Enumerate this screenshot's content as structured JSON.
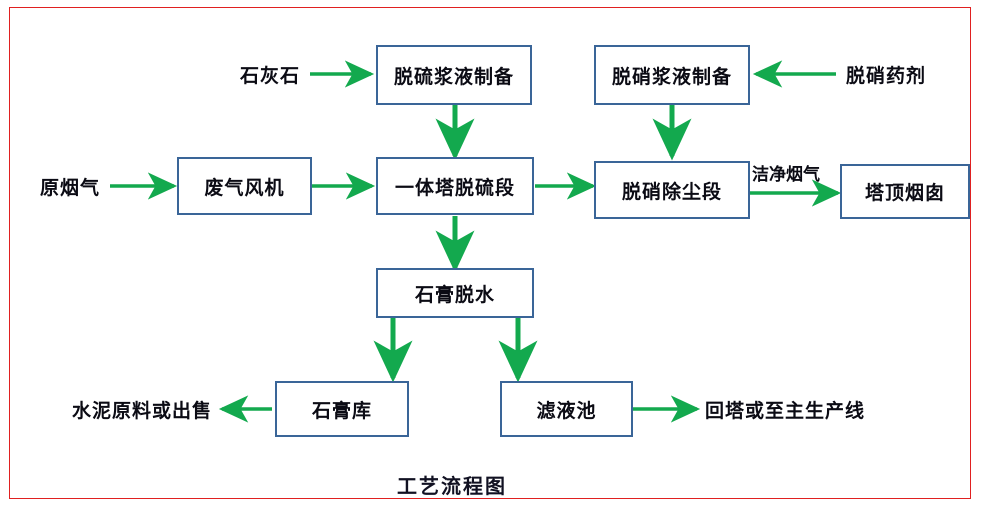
{
  "figure": {
    "caption": "工艺流程图",
    "frame_color": "#e02020",
    "node_border_color": "#3a6598",
    "arrow_color": "#13a94e",
    "background": "#ffffff"
  },
  "nodes": [
    {
      "id": "desulf-slurry-prep",
      "label": "脱硫浆液制备"
    },
    {
      "id": "denitr-slurry-prep",
      "label": "脱硝浆液制备"
    },
    {
      "id": "waste-gas-fan",
      "label": "废气风机"
    },
    {
      "id": "integrated-tower-desulf",
      "label": "一体塔脱硫段"
    },
    {
      "id": "denitr-dedust",
      "label": "脱硝除尘段"
    },
    {
      "id": "tower-top-stack",
      "label": "塔顶烟囱"
    },
    {
      "id": "gypsum-dewatering",
      "label": "石膏脱水"
    },
    {
      "id": "gypsum-storage",
      "label": "石膏库"
    },
    {
      "id": "filtrate-pond",
      "label": "滤液池"
    }
  ],
  "labels": [
    {
      "id": "limestone-input",
      "text": "石灰石"
    },
    {
      "id": "denitr-agent-input",
      "text": "脱硝药剂"
    },
    {
      "id": "raw-flue-gas-input",
      "text": "原烟气"
    },
    {
      "id": "clean-flue-gas",
      "text": "洁净烟气"
    },
    {
      "id": "cement-material-or-sale",
      "text": "水泥原料或出售"
    },
    {
      "id": "return-to-tower-or-main-line",
      "text": "回塔或至主生产线"
    }
  ],
  "flows": [
    {
      "from": "石灰石",
      "to": "脱硫浆液制备",
      "direction": "right"
    },
    {
      "from": "脱硝药剂",
      "to": "脱硝浆液制备",
      "direction": "left"
    },
    {
      "from": "原烟气",
      "to": "废气风机",
      "direction": "right"
    },
    {
      "from": "废气风机",
      "to": "一体塔脱硫段",
      "direction": "right"
    },
    {
      "from": "脱硫浆液制备",
      "to": "一体塔脱硫段",
      "direction": "down"
    },
    {
      "from": "一体塔脱硫段",
      "to": "脱硝除尘段",
      "direction": "right"
    },
    {
      "from": "脱硝浆液制备",
      "to": "脱硝除尘段",
      "direction": "down"
    },
    {
      "from": "脱硝除尘段",
      "to": "塔顶烟囱",
      "direction": "right",
      "label": "洁净烟气"
    },
    {
      "from": "一体塔脱硫段",
      "to": "石膏脱水",
      "direction": "down"
    },
    {
      "from": "石膏脱水",
      "to": "石膏库",
      "direction": "down"
    },
    {
      "from": "石膏脱水",
      "to": "滤液池",
      "direction": "down"
    },
    {
      "from": "石膏库",
      "to": "水泥原料或出售",
      "direction": "left"
    },
    {
      "from": "滤液池",
      "to": "回塔或至主生产线",
      "direction": "right"
    }
  ]
}
